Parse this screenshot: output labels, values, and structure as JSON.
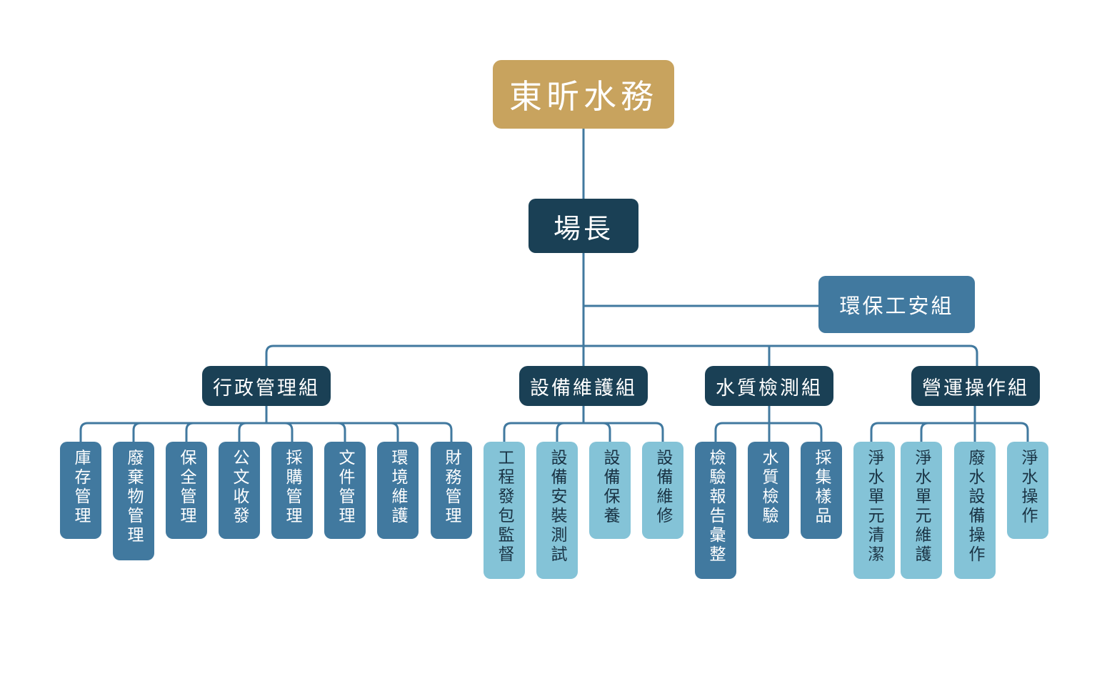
{
  "org": {
    "top": "東昕水務",
    "chief": "場長",
    "safety": "環保工安組",
    "groups": [
      {
        "label": "行政管理組",
        "items": [
          "庫存管理",
          "廢棄物管理",
          "保全管理",
          "公文收發",
          "採購管理",
          "文件管理",
          "環境維護",
          "財務管理"
        ]
      },
      {
        "label": "設備維護組",
        "items": [
          "工程發包監督",
          "設備安裝測試",
          "設備保養",
          "設備維修"
        ]
      },
      {
        "label": "水質檢測組",
        "items": [
          "檢驗報告彙整",
          "水質檢驗",
          "採集樣品"
        ]
      },
      {
        "label": "營運操作組",
        "items": [
          "淨水單元清潔",
          "淨水單元維護",
          "廢水設備操作",
          "淨水操作"
        ]
      }
    ]
  },
  "colors": {
    "gold": "#c8a35e",
    "navy": "#1a4055",
    "mid_blue": "#41799f",
    "light_blue": "#84c3d7",
    "line": "#41799f"
  }
}
